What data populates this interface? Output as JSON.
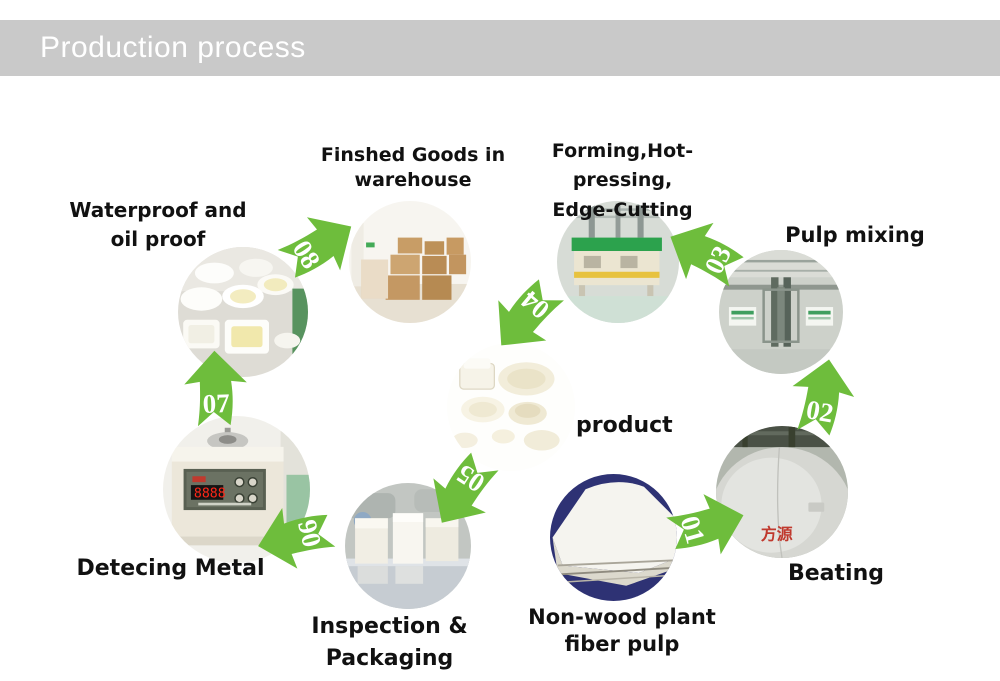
{
  "title": "Production process",
  "diagram": {
    "center": {
      "label": "product"
    },
    "labels": {
      "waterproof": {
        "line1": "Waterproof and",
        "line2": "oil proof"
      },
      "warehouse": {
        "line1": "Finshed Goods in",
        "line2": "warehouse"
      },
      "forming": {
        "line1": "Forming,Hot-pressing,",
        "line2": "Edge-Cutting"
      },
      "pulp_mixing": {
        "label": "Pulp mixing"
      },
      "beating": {
        "label": "Beating"
      },
      "fiber_pulp": {
        "line1": "Non-wood plant",
        "line2": "fiber pulp"
      },
      "inspection": {
        "label": "Inspection & Packaging"
      },
      "metal_detecting": {
        "label": "Detecing Metal"
      }
    },
    "steps": [
      {
        "num": "01"
      },
      {
        "num": "02"
      },
      {
        "num": "03"
      },
      {
        "num": "04"
      },
      {
        "num": "05"
      },
      {
        "num": "06"
      },
      {
        "num": "07"
      },
      {
        "num": "08"
      }
    ],
    "photo_texts": {
      "beating_tank": "方源",
      "detector_display": "8888"
    },
    "colors": {
      "arrow_green": "#6ebd3c",
      "banner_gray": "#c9c9c9",
      "label_black": "#111111",
      "number_white": "#ffffff"
    }
  }
}
